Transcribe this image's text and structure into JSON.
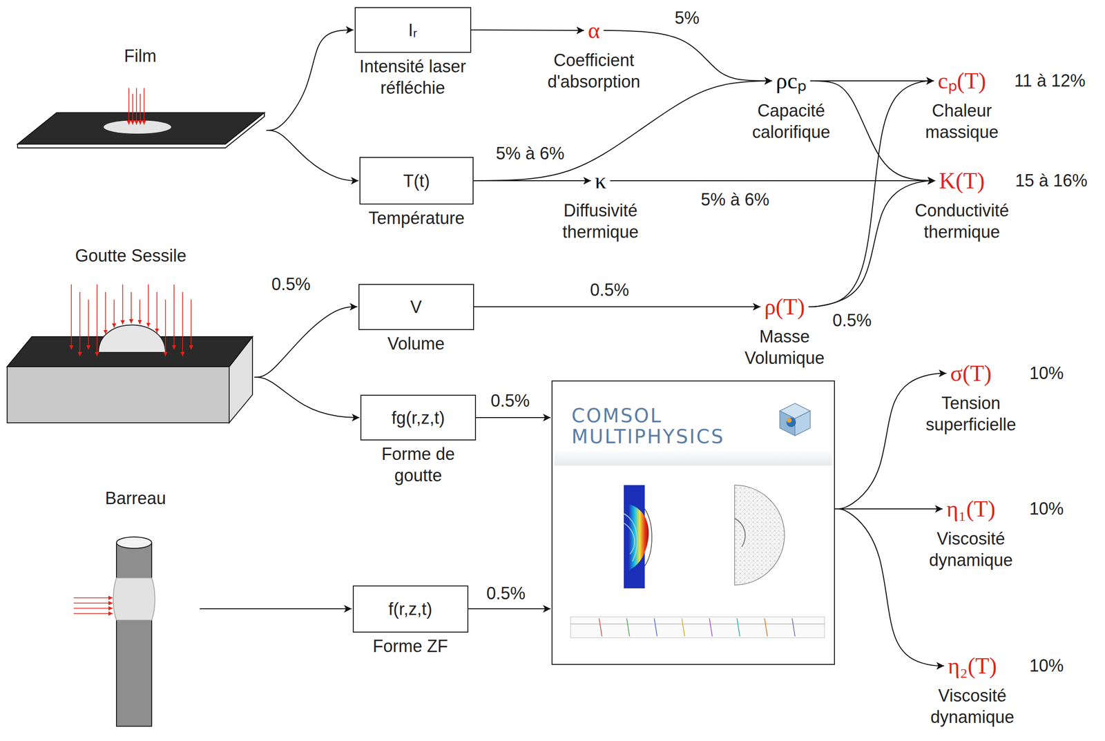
{
  "diagram": {
    "nodes": [
      {
        "text": [
          "Film"
        ]
      },
      {
        "text": [
          "Iᵣ",
          "Intensité laser réfléchie"
        ]
      },
      {
        "text": [
          "α",
          "Coefficient d'absorption"
        ]
      },
      {
        "text": [
          "ρcₚ",
          "Capacité calorifique"
        ]
      },
      {
        "text": [
          "cₚ(T)",
          "Chaleur massique"
        ]
      },
      {
        "text": [
          "T(t)",
          "Température"
        ]
      },
      {
        "text": [
          "κ",
          "Diffusivité thermique"
        ]
      },
      {
        "text": [
          "K(T)",
          "Conductivité thermique"
        ]
      },
      {
        "text": [
          "Goutte Sessile"
        ]
      },
      {
        "text": [
          "V",
          "Volume"
        ]
      },
      {
        "text": [
          "ρ(T)",
          "Masse Volumique"
        ]
      },
      {
        "text": [
          "fg(r,z,t)",
          "Forme de goutte"
        ]
      },
      {
        "text": [
          "COMSOL MULTIPHYSICS"
        ]
      },
      {
        "text": [
          "σ(T)",
          "Tension superficielle"
        ]
      },
      {
        "text": [
          "Barreau"
        ]
      },
      {
        "text": [
          "f(r,z,t)",
          "Forme ZF"
        ]
      },
      {
        "text": [
          "η₁(T)",
          "Viscosité dynamique"
        ]
      },
      {
        "text": [
          "η₂(T)",
          "Viscosité dynamique"
        ]
      }
    ],
    "edges": [
      {
        "from": 0,
        "to": 1,
        "arrow": "to"
      },
      {
        "from": 0,
        "to": 5,
        "arrow": "to"
      },
      {
        "from": 1,
        "to": 2,
        "arrow": "to"
      },
      {
        "from": 2,
        "to": 3,
        "arrow": "to",
        "label": "5%"
      },
      {
        "from": 5,
        "to": 3,
        "arrow": "to",
        "label": "5% à 6%"
      },
      {
        "from": 5,
        "to": 6,
        "arrow": "to"
      },
      {
        "from": 3,
        "to": 4,
        "arrow": "to"
      },
      {
        "from": 3,
        "to": 7,
        "arrow": "to"
      },
      {
        "from": 6,
        "to": 7,
        "arrow": "to",
        "label": "5% à 6%"
      },
      {
        "from": 10,
        "to": 4,
        "arrow": "to",
        "label": "0.5%"
      },
      {
        "from": 10,
        "to": 7,
        "arrow": "to"
      },
      {
        "from": 8,
        "to": 9,
        "arrow": "to",
        "label": "0.5%"
      },
      {
        "from": 8,
        "to": 11,
        "arrow": "to"
      },
      {
        "from": 9,
        "to": 10,
        "arrow": "to",
        "label": "0.5%"
      },
      {
        "from": 11,
        "to": 12,
        "arrow": "to",
        "label": "0.5%"
      },
      {
        "from": 14,
        "to": 15,
        "arrow": "to"
      },
      {
        "from": 15,
        "to": 12,
        "arrow": "to",
        "label": "0.5%"
      },
      {
        "from": 12,
        "to": 13,
        "arrow": "to"
      },
      {
        "from": 12,
        "to": 16,
        "arrow": "to"
      },
      {
        "from": 12,
        "to": 17,
        "arrow": "to"
      }
    ],
    "labels": [
      "11 à 12%",
      "15 à 16%",
      "10%",
      "10%",
      "10%"
    ]
  }
}
